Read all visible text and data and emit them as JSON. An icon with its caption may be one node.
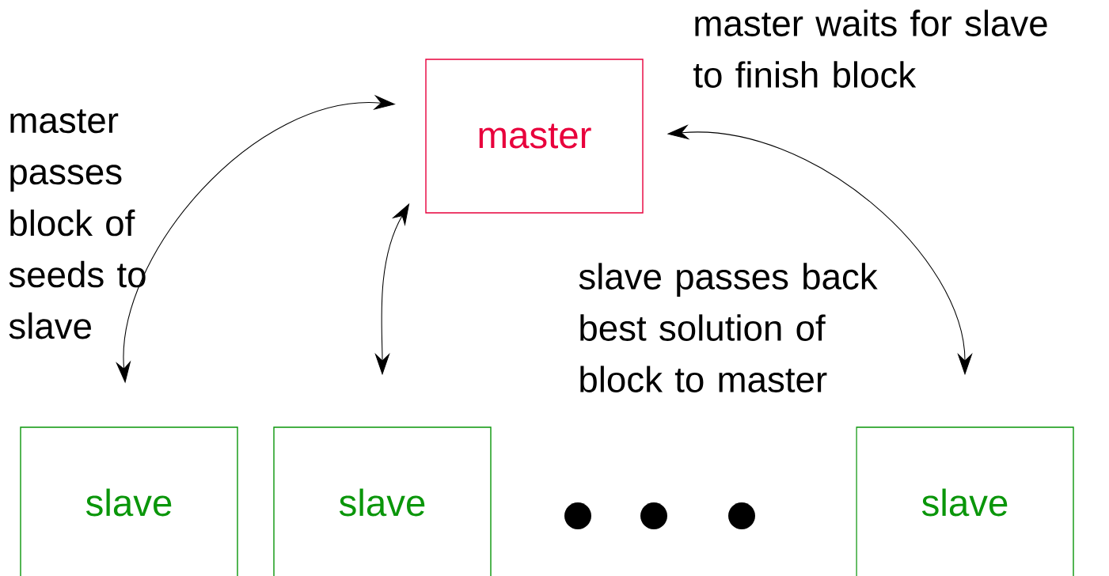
{
  "diagram": {
    "nodes": [
      {
        "text": [
          "master"
        ]
      },
      {
        "text": [
          "slave"
        ]
      },
      {
        "text": [
          "slave"
        ]
      },
      {
        "text": [
          "slave"
        ]
      }
    ],
    "edges": [
      {
        "from": 0,
        "to": 1,
        "arrow": "both"
      },
      {
        "from": 0,
        "to": 2,
        "arrow": "both"
      },
      {
        "from": 0,
        "to": 3,
        "arrow": "both"
      }
    ],
    "labels": [
      "master waits for slave to finish block",
      "master passes block of seeds to slave",
      "slave passes back best solution of block to master"
    ]
  }
}
